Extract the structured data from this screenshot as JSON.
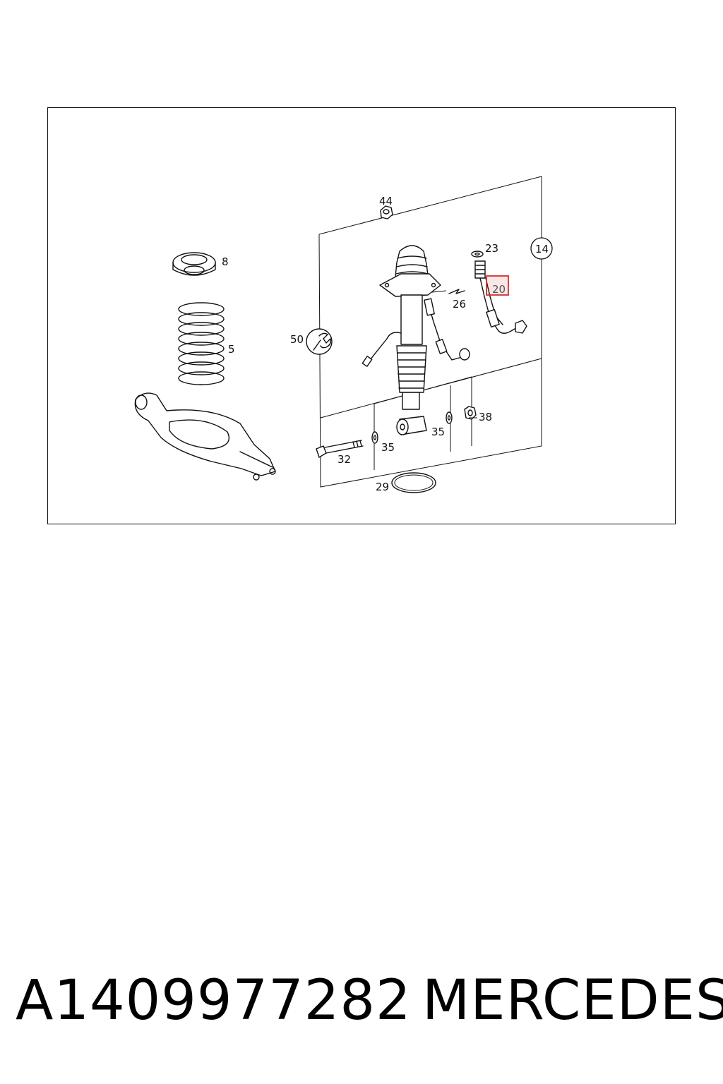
{
  "diagram": {
    "callouts": {
      "c44": "44",
      "c23": "23",
      "c14": "14",
      "c8": "8",
      "c20": "20",
      "c26": "26",
      "c50": "50",
      "c5": "5",
      "c38": "38",
      "c35a": "35",
      "c35b": "35",
      "c32": "32",
      "c29": "29"
    },
    "highlight_color": "#d32f2f",
    "highlighted_part": "20"
  },
  "footer": {
    "part_number": "A1409977282",
    "brand": "MERCEDES"
  }
}
